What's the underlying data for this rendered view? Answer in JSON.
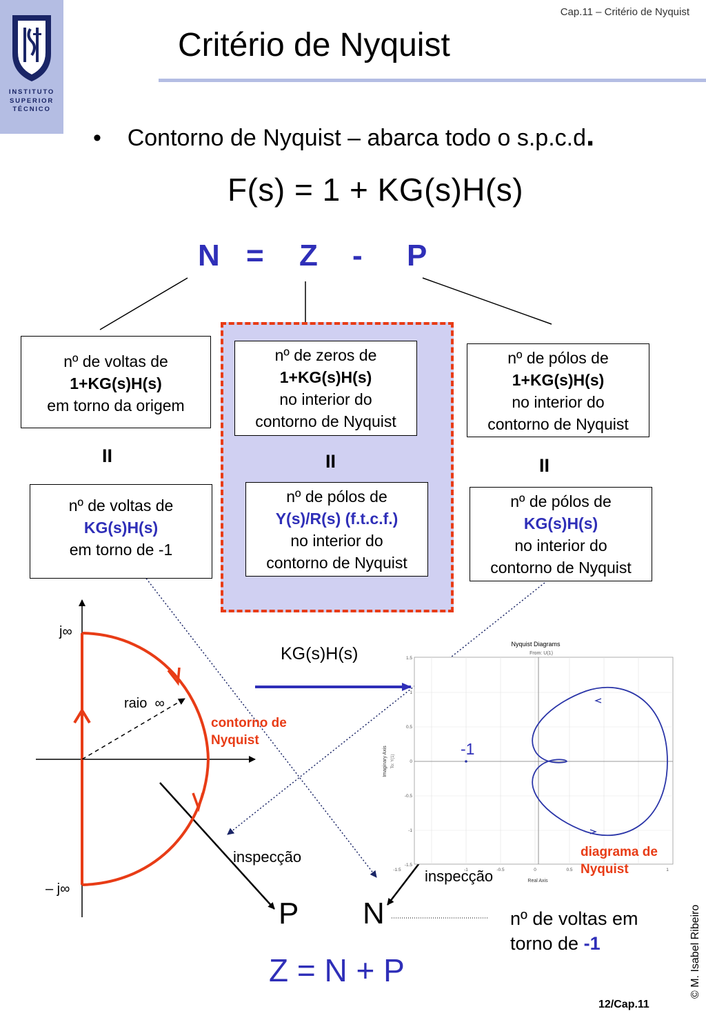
{
  "header": {
    "chapter": "Cap.11 – Critério de Nyquist",
    "title": "Critério de Nyquist"
  },
  "logo": {
    "line1": "INSTITUTO",
    "line2": "SUPERIOR",
    "line3": "TÉCNICO"
  },
  "bullet": {
    "marker": "•",
    "text": "Contorno de Nyquist – abarca todo o s.p.c.d",
    "dot": "."
  },
  "formula": "F(s) = 1 + KG(s)H(s)",
  "nzp": {
    "N": "N",
    "eq": "=",
    "Z": "Z",
    "minus": "-",
    "P": "P"
  },
  "boxes": {
    "left_top": {
      "l1": "nº de voltas de",
      "l2": "1+KG(s)H(s)",
      "l3": "em torno da origem"
    },
    "mid_top": {
      "l1": "nº de zeros de",
      "l2": "1+KG(s)H(s)",
      "l3": "no interior do",
      "l4": "contorno de Nyquist"
    },
    "right_top": {
      "l1": "nº de pólos de",
      "l2": "1+KG(s)H(s)",
      "l3": "no interior do",
      "l4": "contorno de Nyquist"
    },
    "left_bottom": {
      "l1": "nº de voltas de",
      "l2": "KG(s)H(s)",
      "l3": "em torno de -1"
    },
    "mid_bottom": {
      "l1": "nº de pólos de",
      "l2": "Y(s)/R(s) (f.t.c.f.)",
      "l3": "no interior do",
      "l4": "contorno de Nyquist"
    },
    "right_bottom": {
      "l1": "nº de pólos de",
      "l2": "KG(s)H(s)",
      "l3": "no interior do",
      "l4": "contorno de Nyquist"
    }
  },
  "equals_sign": "II",
  "contour": {
    "jinf": "j∞",
    "neg_jinf": "– j∞",
    "radius": "raio",
    "inf": "∞",
    "label1": "contorno de",
    "label2": "Nyquist"
  },
  "mapping_label": "KG(s)H(s)",
  "nyquist_plot": {
    "title": "Nyquist Diagrams",
    "from": "From: U(1)",
    "ylabel": "Imaginary Axis",
    "ylabel2": "To: Y(1)",
    "xlabel": "Real Axis",
    "xticks": [
      "-1.5",
      "-1",
      "-0.5",
      "0",
      "0.5",
      "1"
    ],
    "yticks": [
      "1.5",
      "1",
      "0.5",
      "0",
      "-0.5",
      "-1",
      "-1.5"
    ],
    "minus_one": "-1",
    "label1": "diagrama de",
    "label2": "Nyquist"
  },
  "inspection_left": "inspecção",
  "inspection_right": "inspecção",
  "big_P": "P",
  "big_N": "N",
  "result": "Z = N + P",
  "voltas": {
    "l1": "nº de voltas em",
    "l2a": "torno de",
    "l2b": "-1"
  },
  "colors": {
    "accent_blue": "#2f2fb8",
    "contour_red": "#e83c16",
    "box_fill": "#d0d0f2",
    "logo_bg": "#b4bde3",
    "plot_blue": "#2a35a8"
  },
  "footer": {
    "copyright": "© M. Isabel Ribeiro",
    "page": "12/Cap.11"
  }
}
